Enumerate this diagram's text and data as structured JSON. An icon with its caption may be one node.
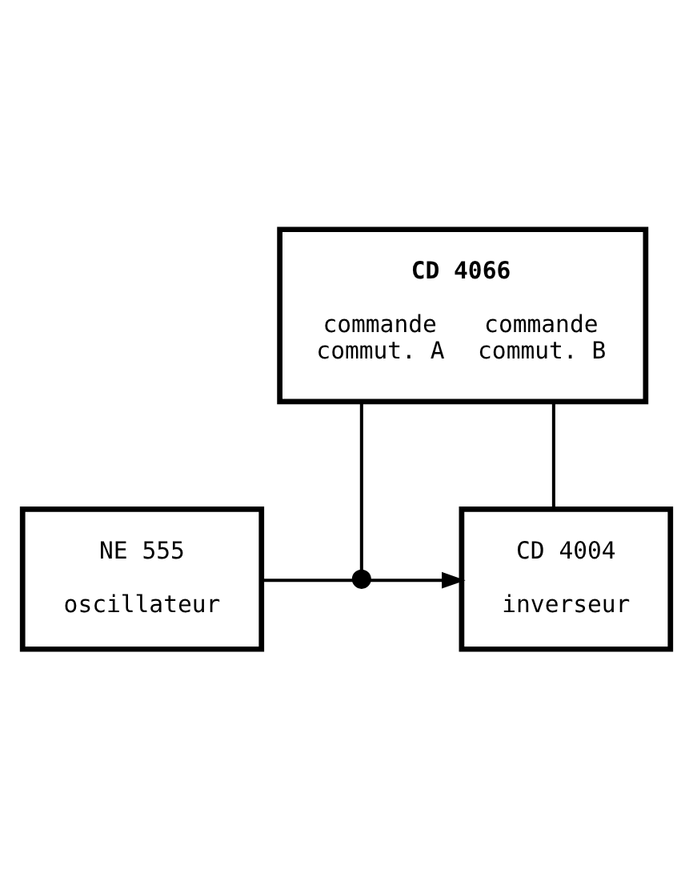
{
  "diagram": {
    "nodes": [
      {
        "text": [
          "CD 4066",
          "commande commut. A",
          "commande commut. B"
        ]
      },
      {
        "text": [
          "NE 555",
          "oscillateur"
        ]
      },
      {
        "text": [],
        "shape": "circle"
      },
      {
        "text": [
          "CD 4004",
          "inverseur"
        ]
      }
    ],
    "edges": [
      {
        "from": 1,
        "to": 2,
        "arrow": "none"
      },
      {
        "from": 2,
        "to": 3,
        "arrow": "to"
      },
      {
        "from": 2,
        "to": 0,
        "arrow": "none"
      },
      {
        "from": 0,
        "to": 3,
        "arrow": "none"
      }
    ]
  }
}
